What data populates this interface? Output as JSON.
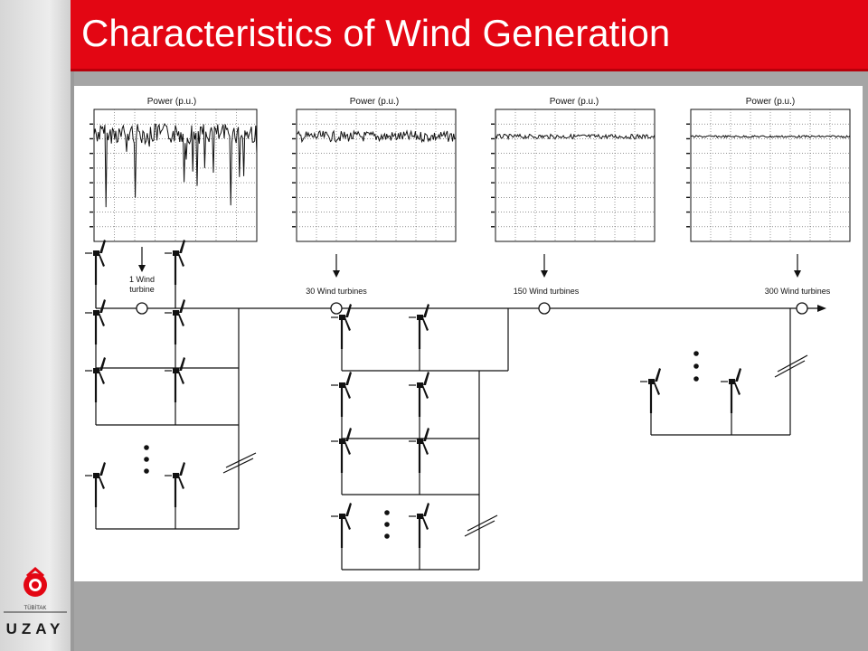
{
  "header": {
    "title": "Characteristics of Wind Generation"
  },
  "logo": {
    "name": "TÜBİTAK",
    "text": "UZAY",
    "icon": "tubitak-logo-icon"
  },
  "colors": {
    "title_bar": "#e30613",
    "title_text": "#ffffff",
    "background": "#a5a5a5",
    "figure_background": "#ffffff"
  },
  "diagram": {
    "plots": [
      {
        "title": "Power (p.u.)",
        "variability": "high"
      },
      {
        "title": "Power (p.u.)",
        "variability": "medium"
      },
      {
        "title": "Power (p.u.)",
        "variability": "low"
      },
      {
        "title": "Power (p.u.)",
        "variability": "very-low"
      }
    ],
    "points": [
      {
        "label_line1": "1 Wind",
        "label_line2": "turbine"
      },
      {
        "label": "30 Wind turbines"
      },
      {
        "label": "150 Wind turbines"
      },
      {
        "label": "300 Wind turbines"
      }
    ]
  }
}
